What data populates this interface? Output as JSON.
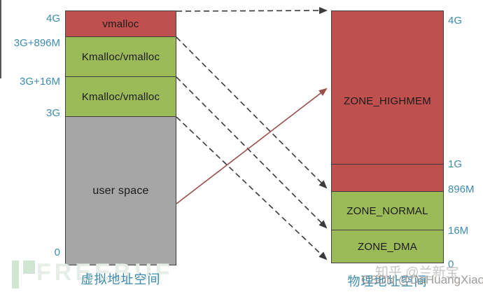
{
  "left_column": {
    "title": "虚拟地址空间",
    "ticks": [
      "4G",
      "3G+896M",
      "3G+16M",
      "3G",
      "0"
    ],
    "segments": [
      {
        "label": "vmalloc",
        "color": "#c0504d"
      },
      {
        "label": "Kmalloc/vmalloc",
        "color": "#9bbb59"
      },
      {
        "label": "Kmalloc/vmalloc",
        "color": "#9bbb59"
      },
      {
        "label": "user space",
        "color": "#a6a6a6"
      }
    ]
  },
  "right_column": {
    "title": "物理地址空间",
    "ticks": [
      "4G",
      "1G",
      "896M",
      "16M",
      "0"
    ],
    "segments": [
      {
        "label": "ZONE_HIGHMEM",
        "color": "#c0504d"
      },
      {
        "label": "ZONE_NORMAL",
        "color": "#9bbb59"
      },
      {
        "label": "ZONE_DMA",
        "color": "#9bbb59"
      }
    ],
    "inner_divider_at": "1G"
  },
  "colors": {
    "tick_label": "#3e8cae",
    "dashed_arrow": "#3a3a3a",
    "solid_arrow": "#9a4f4b",
    "segment_border": "#3f3f3f"
  },
  "arrows": [
    {
      "name": "map-4g-to-4g",
      "kind": "dashed"
    },
    {
      "name": "map-3g896m-to-896m",
      "kind": "dashed"
    },
    {
      "name": "map-3g16m-to-16m",
      "kind": "dashed"
    },
    {
      "name": "map-3g-to-0",
      "kind": "dashed"
    },
    {
      "name": "map-userspace-to-highmem",
      "kind": "solid"
    }
  ],
  "watermarks": {
    "freebuf": "FREEBUF",
    "zhihu": "知乎 @兰新宝",
    "csdn": "CSDN @DaHuangXiao"
  }
}
